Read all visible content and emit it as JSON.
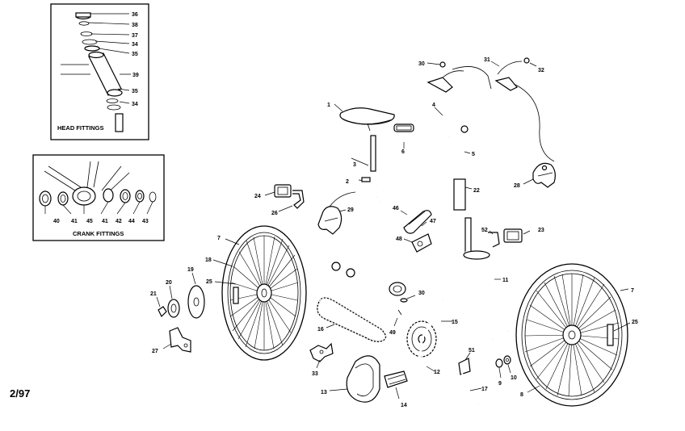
{
  "callouts": {
    "hf_36a": "36",
    "hf_38": "38",
    "hf_37": "37",
    "hf_34a": "34",
    "hf_35a": "35",
    "hf_39": "39",
    "hf_35b": "35",
    "hf_34b": "34",
    "cf_40": "40",
    "cf_41a": "41",
    "cf_45": "45",
    "cf_41b": "41",
    "cf_42": "42",
    "cf_44": "44",
    "cf_43": "43",
    "p1": "1",
    "p2": "2",
    "p3": "3",
    "p4": "4",
    "p5": "5",
    "p6": "6",
    "p7a": "7",
    "p7b": "7",
    "p8": "8",
    "p9": "9",
    "p10": "10",
    "p11": "11",
    "p12": "12",
    "p13": "13",
    "p14": "14",
    "p15": "15",
    "p16": "16",
    "p17": "17",
    "p18": "18",
    "p19": "19",
    "p20": "20",
    "p21": "21",
    "p22": "22",
    "p23": "23",
    "p24": "24",
    "p25a": "25",
    "p25b": "25",
    "p26": "26",
    "p27": "27",
    "p28": "28",
    "p29": "29",
    "p30a": "30",
    "p30b": "30",
    "p31": "31",
    "p32": "32",
    "p33": "33",
    "p46": "46",
    "p47": "47",
    "p48": "48",
    "p49": "49",
    "p51": "51",
    "p52": "52"
  },
  "captions": {
    "head_fittings": "HEAD FITTINGS",
    "crank_fittings": "CRANK FITTINGS"
  },
  "date_code": "2/97"
}
